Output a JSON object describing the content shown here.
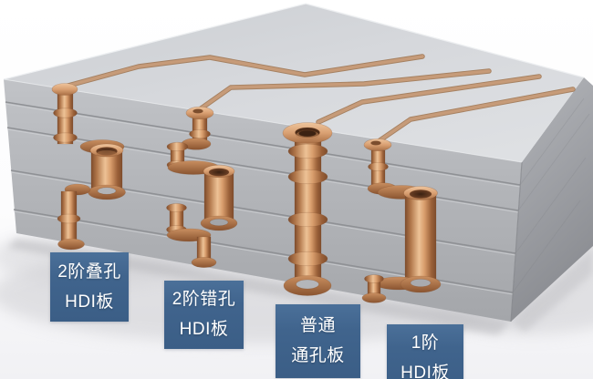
{
  "labels": [
    {
      "line1": "2阶叠孔",
      "line2": "HDI板"
    },
    {
      "line1": "2阶错孔",
      "line2": "HDI板"
    },
    {
      "line1": "普通",
      "line2": "通孔板"
    },
    {
      "line1": "1阶",
      "line2": "HDI板"
    }
  ],
  "colors": {
    "label_background": "#40648d",
    "label_text": "#ffffff",
    "copper": "#c98e62",
    "copper_highlight": "#edc296",
    "board_top_face": "#d5d7db",
    "board_front_face": "#b3b5b9",
    "board_right_face": "#9fa1a6",
    "background": "#fafafb"
  }
}
